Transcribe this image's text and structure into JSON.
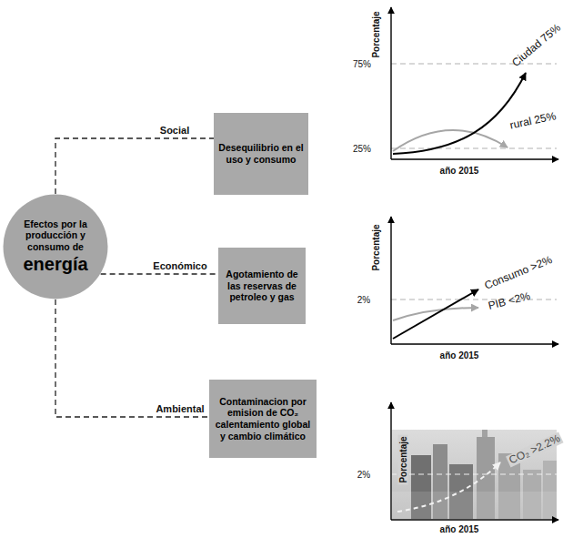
{
  "diagram": {
    "nodes": [
      {
        "text": [
          "Efectos por la producción y consumo de",
          "energía"
        ]
      },
      {
        "text": [
          "Desequilibrio en el uso y consumo"
        ]
      },
      {
        "text": [
          "Agotamiento de las reservas de petroleo y gas"
        ]
      },
      {
        "text": [
          "Contaminacion por emision de CO₂ calentamiento global y cambio climático"
        ]
      }
    ],
    "edges": [
      {
        "from": 0,
        "to": 1,
        "arrow": "none",
        "label": "Social"
      },
      {
        "from": 0,
        "to": 2,
        "arrow": "none",
        "label": "Económico"
      },
      {
        "from": 0,
        "to": 3,
        "arrow": "none",
        "label": "Ambiental"
      }
    ],
    "labels": [
      "Porcentaje",
      "75%",
      "25%",
      "Ciudad 75%",
      "rural 25%",
      "año 2015",
      "Porcentaje",
      "2%",
      "Consumo >2%",
      "PIB <2%",
      "año 2015",
      "Porcentaje",
      "2%",
      "CO₂ >2.2%",
      "año 2015"
    ]
  }
}
